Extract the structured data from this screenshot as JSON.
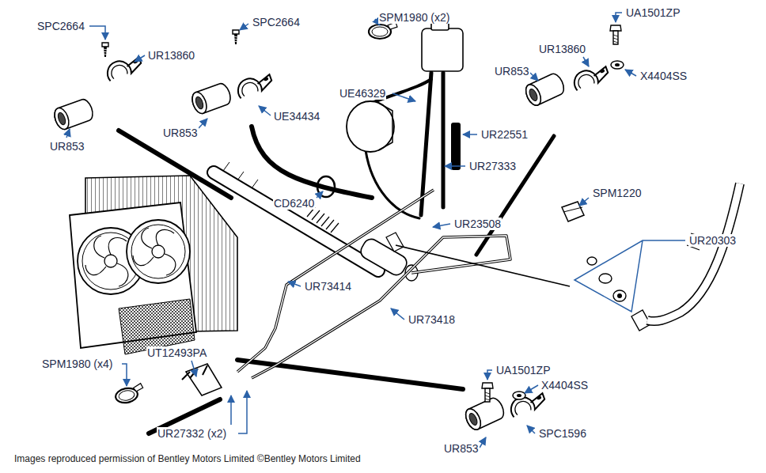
{
  "diagram": {
    "caption": "Images reproduced permission of Bentley Motors Limited ©Bentley Motors Limited",
    "labels": [
      "SPC2664",
      "UR13860",
      "UR853",
      "SPC2664",
      "UR853",
      "UE34434",
      "SPM1980 (x2)",
      "UE46329",
      "UR22551",
      "UR27333",
      "UA1501ZP",
      "UR13860",
      "UR853",
      "X4404SS",
      "CD6240",
      "UR23508",
      "SPM1220",
      "UR20303",
      "UR73414",
      "UR73418",
      "UT12493PA",
      "SPM1980 (x4)",
      "UA1501ZP",
      "X4404SS",
      "UR27332 (x2)",
      "UR853",
      "SPC1596"
    ]
  }
}
